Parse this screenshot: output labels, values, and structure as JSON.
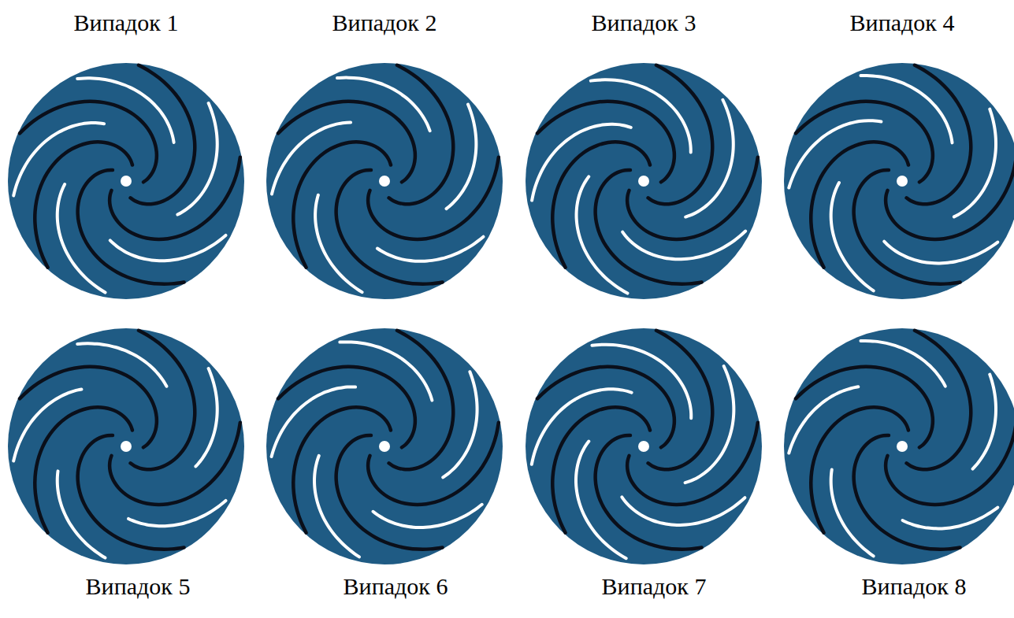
{
  "diagram": {
    "labels": [
      "Випадок 1",
      "Випадок 2",
      "Випадок 3",
      "Випадок 4",
      "Випадок 5",
      "Випадок 6",
      "Випадок 7",
      "Випадок 8"
    ]
  }
}
